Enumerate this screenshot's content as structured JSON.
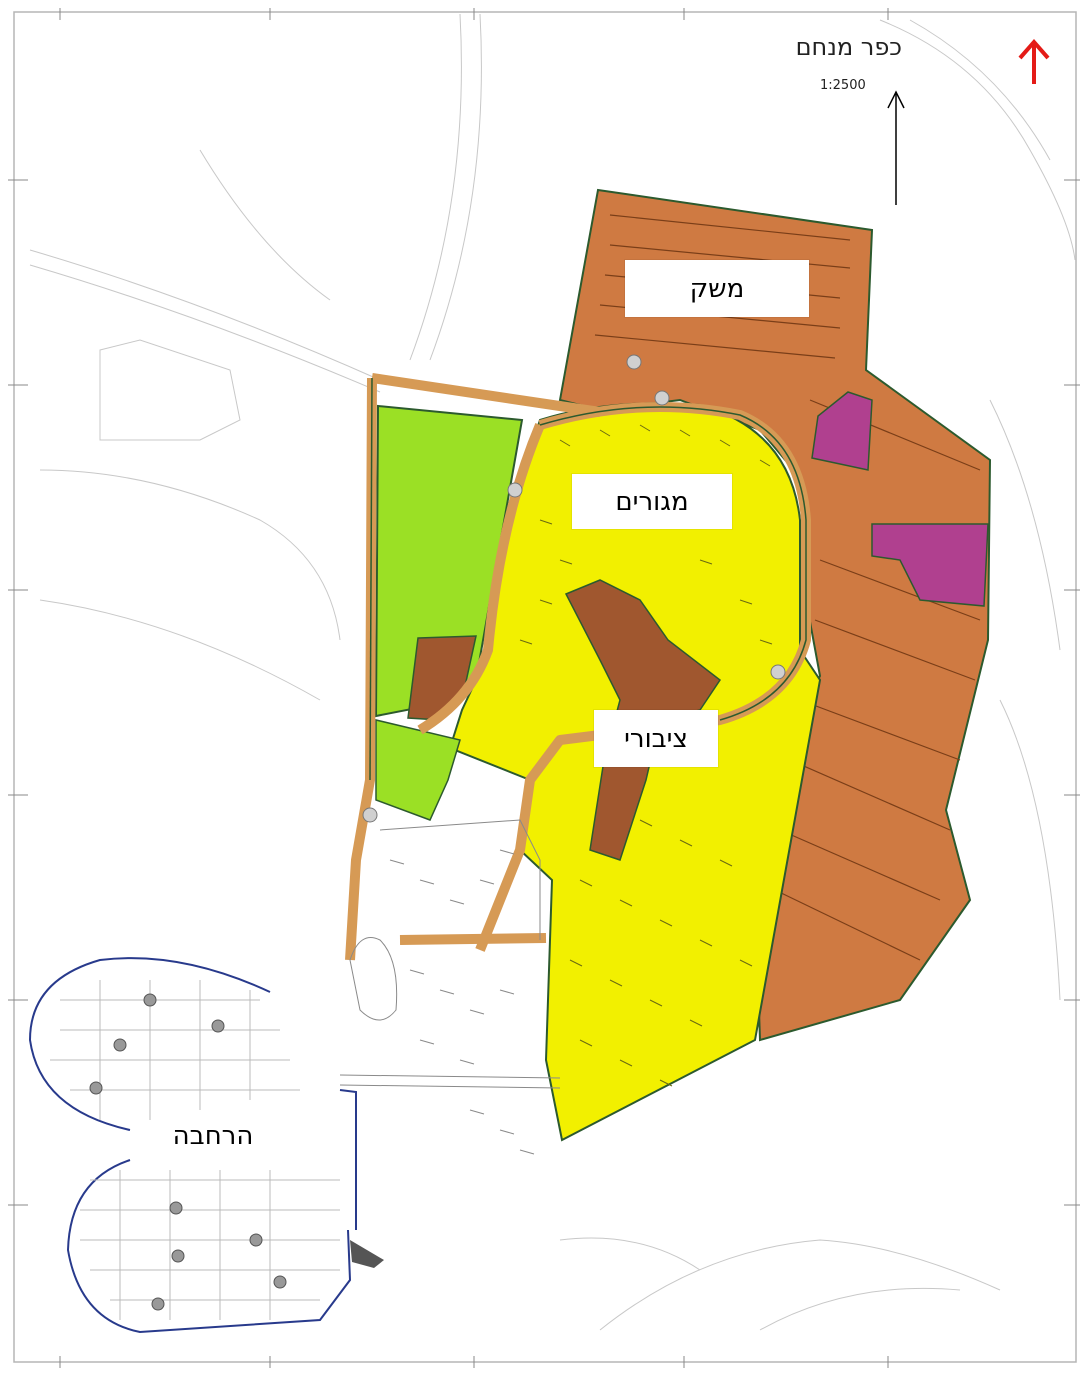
{
  "map": {
    "title": "כפר מנחם",
    "scale": "1:2500"
  },
  "zones": {
    "meshek": "משק",
    "megurim": "מגורים",
    "tziburi": "ציבורי",
    "harchava": "הרחבה"
  },
  "colors": {
    "meshek_fill": "#cf7a42",
    "residential_fill": "#f2f000",
    "green_fill": "#9be025",
    "dark_brown_fill": "#a0572f",
    "magenta_fill": "#b0408f",
    "zone_outline": "#2c5a2e",
    "road_fill": "#d69a55",
    "expansion_outline": "#283a8c",
    "north_arrow_red": "#e41b17"
  },
  "icons": {
    "north_arrow": "arrow-up-icon",
    "north_arrow_red": "red-arrow-up-icon"
  }
}
